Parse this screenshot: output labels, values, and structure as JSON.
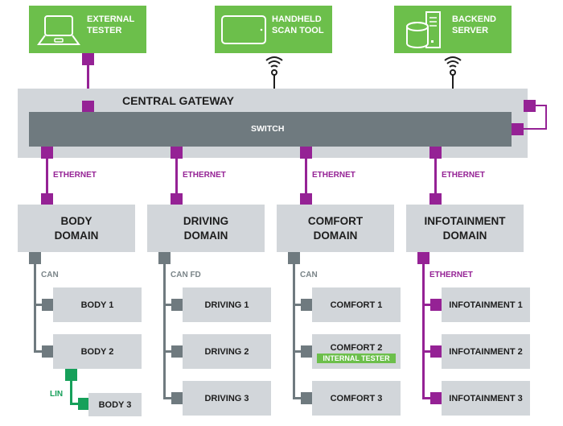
{
  "top_devices": [
    {
      "id": "external-tester",
      "label_line1": "EXTERNAL",
      "label_line2": "TESTER",
      "icon": "laptop-icon"
    },
    {
      "id": "handheld-scan-tool",
      "label_line1": "HANDHELD",
      "label_line2": "SCAN TOOL",
      "icon": "tablet-icon"
    },
    {
      "id": "backend-server",
      "label_line1": "BACKEND",
      "label_line2": "SERVER",
      "icon": "server-database-icon"
    }
  ],
  "gateway": {
    "title": "CENTRAL GATEWAY",
    "switch_label": "SWITCH"
  },
  "links": {
    "ethernet": "ETHERNET",
    "can": "CAN",
    "can_fd": "CAN FD",
    "lin": "LIN"
  },
  "domains": [
    {
      "line1": "BODY",
      "line2": "DOMAIN",
      "bus": "CAN",
      "ecus": [
        "BODY 1",
        "BODY 2"
      ],
      "sub_ecu": "BODY 3",
      "sub_bus": "LIN"
    },
    {
      "line1": "DRIVING",
      "line2": "DOMAIN",
      "bus": "CAN FD",
      "ecus": [
        "DRIVING 1",
        "DRIVING 2",
        "DRIVING 3"
      ]
    },
    {
      "line1": "COMFORT",
      "line2": "DOMAIN",
      "bus": "CAN",
      "ecus": [
        "COMFORT 1",
        "COMFORT 2",
        "COMFORT 3"
      ],
      "ecu_tag": "INTERNAL TESTER"
    },
    {
      "line1": "INFOTAINMENT",
      "line2": "DOMAIN",
      "bus": "ETHERNET",
      "ecus": [
        "INFOTAINMENT 1",
        "INFOTAINMENT 2",
        "INFOTAINMENT 3"
      ]
    }
  ],
  "colors": {
    "device_green": "#6cbf4b",
    "ethernet_purple": "#952295",
    "can_gray": "#6f7a7f",
    "lin_green": "#16a05a",
    "box_gray": "#d2d6da"
  }
}
